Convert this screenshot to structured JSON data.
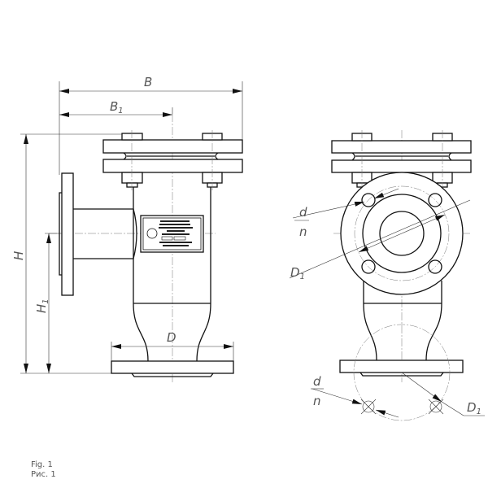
{
  "figure": {
    "caption_en": "Fig. 1",
    "caption_ru": "Рис. 1"
  },
  "side_view": {
    "dim_B": "B",
    "dim_B1": "B",
    "dim_B1_sub": "1",
    "dim_H": "H",
    "dim_H1": "H",
    "dim_H1_sub": "1",
    "dim_D": "D"
  },
  "front_view": {
    "hole_d": "d",
    "hole_n": "n",
    "bolt_circle": "D",
    "bolt_circle_sub": "1"
  },
  "bottom_flange": {
    "hole_d": "d",
    "hole_n": "n",
    "bolt_circle": "D",
    "bolt_circle_sub": "1"
  }
}
